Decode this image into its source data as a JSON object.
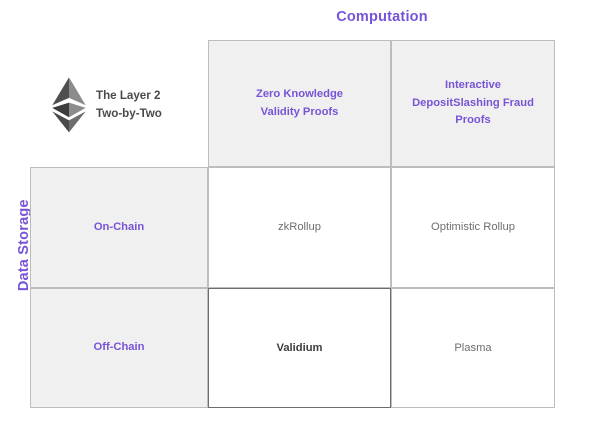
{
  "axes": {
    "top_title": "Computation",
    "left_title": "Data Storage"
  },
  "brand": {
    "logo_icon": "ethereum-logo-icon",
    "line1": "The Layer 2",
    "line2": "Two-by-Two"
  },
  "colors": {
    "accent_purple": "#7754d6",
    "header_fill": "#f0f0f0",
    "body_fill": "#ffffff",
    "border": "#bdbdbd",
    "highlight_border": "#6d6d6d",
    "body_text": "#6e6e6e",
    "brand_text": "#4a4a4a"
  },
  "chart_data": {
    "type": "table",
    "title": "The Layer 2 Two-by-Two",
    "xlabel": "Computation",
    "ylabel": "Data Storage",
    "columns": [
      "Zero Knowledge\nValidity Proofs",
      "Interactive\nDepositSlashing Fraud\nProofs"
    ],
    "rows": [
      "On-Chain",
      "Off-Chain"
    ],
    "cells": [
      [
        "zkRollup",
        "Optimistic Rollup"
      ],
      [
        "Validium",
        "Plasma"
      ]
    ],
    "highlighted_cell": "Validium"
  },
  "matrix": {
    "column_headers": [
      {
        "line1": "Zero Knowledge",
        "line2": "Validity Proofs",
        "line3": ""
      },
      {
        "line1": "Interactive",
        "line2": "DepositSlashing Fraud",
        "line3": "Proofs"
      }
    ],
    "row_headers": [
      {
        "label": "On-Chain"
      },
      {
        "label": "Off-Chain"
      }
    ],
    "values": {
      "zkrollup": "zkRollup",
      "optimistic_rollup": "Optimistic Rollup",
      "validium": "Validium",
      "plasma": "Plasma"
    }
  }
}
